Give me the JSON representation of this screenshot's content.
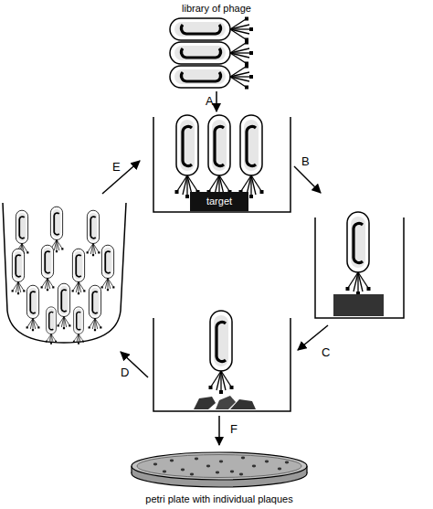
{
  "diagram": {
    "nodes": [
      {
        "text": [
          "library of phage"
        ]
      },
      {
        "text": [
          "target"
        ]
      },
      {
        "text": [
          "petri plate with individual plaques"
        ]
      }
    ],
    "labels": [
      "A",
      "B",
      "C",
      "D",
      "E",
      "F"
    ]
  }
}
